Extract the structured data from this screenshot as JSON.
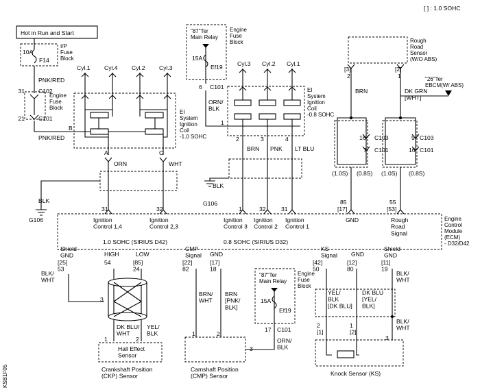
{
  "note": "[ ] : 1.0 SOHC",
  "side_code": "KSB1F05",
  "power_label": "Hot in Run and Start",
  "ip_fuse": {
    "rating": "10A",
    "id": "F14",
    "box": "I/P\nFuse\nBlock"
  },
  "wire_pnk_red_top": "PNK/RED",
  "c102": {
    "pin": "31",
    "id": "C102"
  },
  "engine_fuse_block_left": "Engine\nFuse\nBlock",
  "c101_left": {
    "pin": "21",
    "id": "C101"
  },
  "wire_pnk_red_bottom": "PNK/RED",
  "pin_b": "B",
  "coil_left": {
    "cyl1": "Cyl.1",
    "cyl4": "Cyl.4",
    "cyl2": "Cyl.2",
    "cyl3": "Cyl.3",
    "label": "EI\nSystem\nIgnition\nCoil\n-1.0 SOHC",
    "pin_a": "A",
    "pin_c": "C",
    "wire_a": "ORN",
    "wire_c": "WHT"
  },
  "relay_top": {
    "title": "\"87\"Ter\nMain Relay",
    "fuse": "15A",
    "fuse_id": "Ef19",
    "pin": "6",
    "conn": "C101",
    "block": "Engine\nFuse\nBlock",
    "wire": "ORN/\nBLK"
  },
  "coil_right": {
    "cyl3": "Cyl.3",
    "cyl2": "Cyl.2",
    "cyl1": "Cyl.1",
    "label": "EI\nSystem\nIgnition\nCoil\n-0.8 SOHC",
    "pin1": "1",
    "pin2": "2",
    "pin3": "3",
    "pin4": "4",
    "w2": "BRN",
    "w3": "PNK",
    "w4": "LT BLU"
  },
  "rough_road": {
    "title": "Rough\nRoad\nSensor\n(W/O ABS)",
    "pin3": "[3]",
    "pin2": "2",
    "pin2b": "[2]",
    "pin1": "1",
    "wire_left": "BRN",
    "wire_right": "DK GRN\n[WHT]",
    "ebcm": "\"26\"Ter\nEBCM(W/ ABS)"
  },
  "c103_left": {
    "p1": "16",
    "c1": "C103",
    "p2": "7",
    "c2": "C101"
  },
  "c103_right": {
    "p1": "9",
    "c1": "C103",
    "p2": "16",
    "c2": "C101"
  },
  "sizes": {
    "a": "(1.0S)",
    "b": "(0.8S)",
    "c": "(1.0S)",
    "d": "(0.8S)"
  },
  "ground_mid": {
    "wire": "BLK",
    "id": "G106"
  },
  "ground_left": {
    "wire": "BLK",
    "id": "G106"
  },
  "ecm": {
    "pins_top": [
      "31",
      "32",
      "1",
      "32",
      "31",
      "85",
      "55"
    ],
    "bracket_top": [
      "[17]",
      "[53]"
    ],
    "labels_top": [
      "Ignition\nControl 1,4",
      "Ignition\nControl 2,3",
      "Ignition\nControl 3",
      "Ignition\nControl 2",
      "Ignition\nControl 1",
      "GND",
      "Rough\nRoad\nSignal"
    ],
    "sohc_left": "1.0 SOHC (SIRIUS D42)",
    "sohc_right": "0.8 SOHC (SIRIUS D32)",
    "title": "Engine\nControl\nModule\n(ECM)\n- D32/D42",
    "labels_bottom": [
      "Shield\nGND",
      "HIGH",
      "LOW",
      "CMP\nSignal",
      "GND",
      "KS\nSignal",
      "GND",
      "Shield\nGND"
    ],
    "pins_bottom": [
      "[25]\n53",
      "54",
      "[85]\n24",
      "[22]\n82",
      "[17]\n18",
      "[42]\n50",
      "[12]\n80",
      "[11]\n19"
    ]
  },
  "ckp": {
    "wire_shield": "BLK/\nWHT",
    "pin3": "3",
    "wire_left": "DK BLU/\nWHT",
    "wire_right": "YEL/\nBLK",
    "pin1": "1",
    "pin2": "2",
    "sensor": "Hall Effect\nSensor",
    "caption": "Crankshaft Position\n(CKP) Sensor"
  },
  "cmp": {
    "wire_left": "BRN/\nWHT",
    "wire_right": "BRN\n[PNK/\nBLK]",
    "pin1": "1",
    "pin2": "2",
    "pin3": "3",
    "caption": "Camshaft Position\n(CMP) Sensor"
  },
  "relay_bottom": {
    "title": "\"87\"Ter\nMain Relay",
    "fuse": "15A",
    "fuse_id": "Ef19",
    "pin": "17",
    "conn": "C101",
    "block": "Engine\nFuse\nBlock",
    "wire": "ORN/\nBLK"
  },
  "ks": {
    "wire_left": "YEL/\nBLK\n[DK BLU]",
    "wire_right": "DK BLU\n[YEL/\nBLK]",
    "shield": "BLK/\nWHT",
    "shield2": "BLK/\nWHT",
    "pin2": "2\n[1]",
    "pin1": "1\n[2]",
    "pin3": "3",
    "caption": "Knock Sensor (KS)"
  }
}
